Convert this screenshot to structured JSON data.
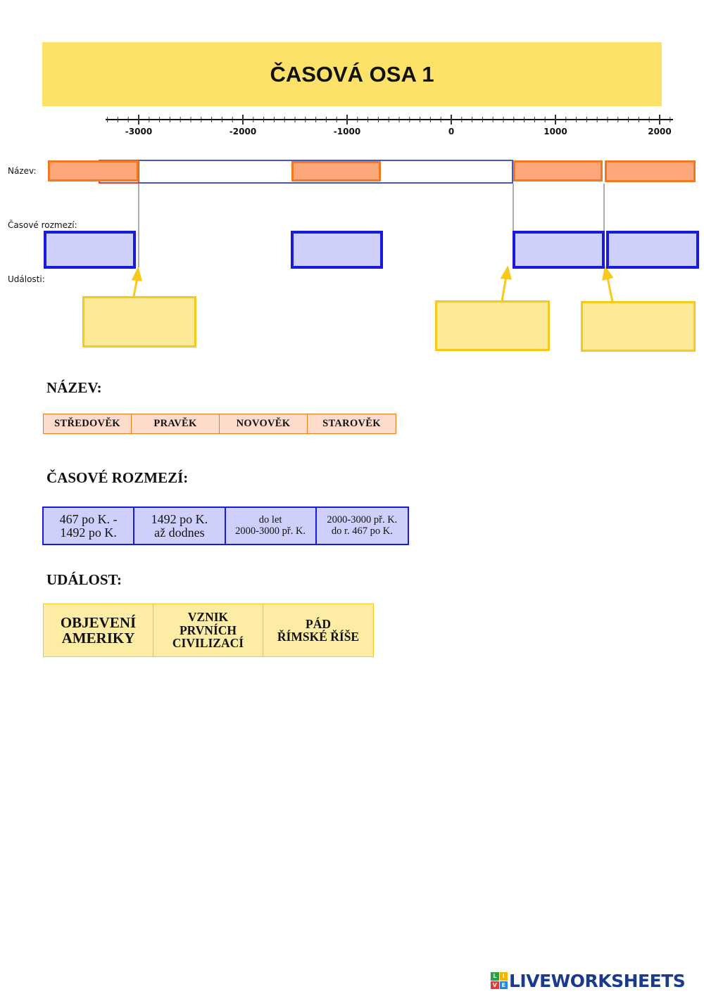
{
  "title": "ČASOVÁ OSA 1",
  "axis": {
    "tick_labels": [
      "-3000",
      "-2000",
      "-1000",
      "0",
      "1000",
      "2000"
    ]
  },
  "row_labels": {
    "nazev": "Název:",
    "rozmezi": "Časové rozmezí:",
    "udalosti": "Události:"
  },
  "sections": {
    "nazev_heading": "NÁZEV:",
    "rozmezi_heading": "ČASOVÉ ROZMEZÍ:",
    "udalost_heading": "UDÁLOST:"
  },
  "bank_nazev": [
    "STŘEDOVĚK",
    "PRAVĚK",
    "NOVOVĚK",
    "STAROVĚK"
  ],
  "bank_rozmezi": [
    {
      "line1": "467 po K. -",
      "line2": "1492 po K."
    },
    {
      "line1": "1492 po K.",
      "line2": "až dodnes"
    },
    {
      "line1": "do let",
      "line2": "2000-3000 př. K."
    },
    {
      "line1": "2000-3000 př. K.",
      "line2": "do r. 467 po K."
    }
  ],
  "bank_udalost": [
    {
      "line1": "OBJEVENÍ",
      "line2": "AMERIKY",
      "line3": ""
    },
    {
      "line1": "VZNIK",
      "line2": "PRVNÍCH",
      "line3": "CIVILIZACÍ"
    },
    {
      "line1": "PÁD",
      "line2": "ŘÍMSKÉ ŘÍŠE",
      "line3": ""
    }
  ],
  "footer": {
    "logo_text": "LIVEWORKSHEETS",
    "badge": [
      "L",
      "I",
      "V",
      "E"
    ],
    "badge_colors": [
      "#2e9e45",
      "#f4b400",
      "#e53935",
      "#1e88e5"
    ]
  },
  "colors": {
    "title_bg": "#fde26a",
    "orange": "#f07a1f",
    "blue": "#1a1adb",
    "yellow": "#f8c81a"
  }
}
